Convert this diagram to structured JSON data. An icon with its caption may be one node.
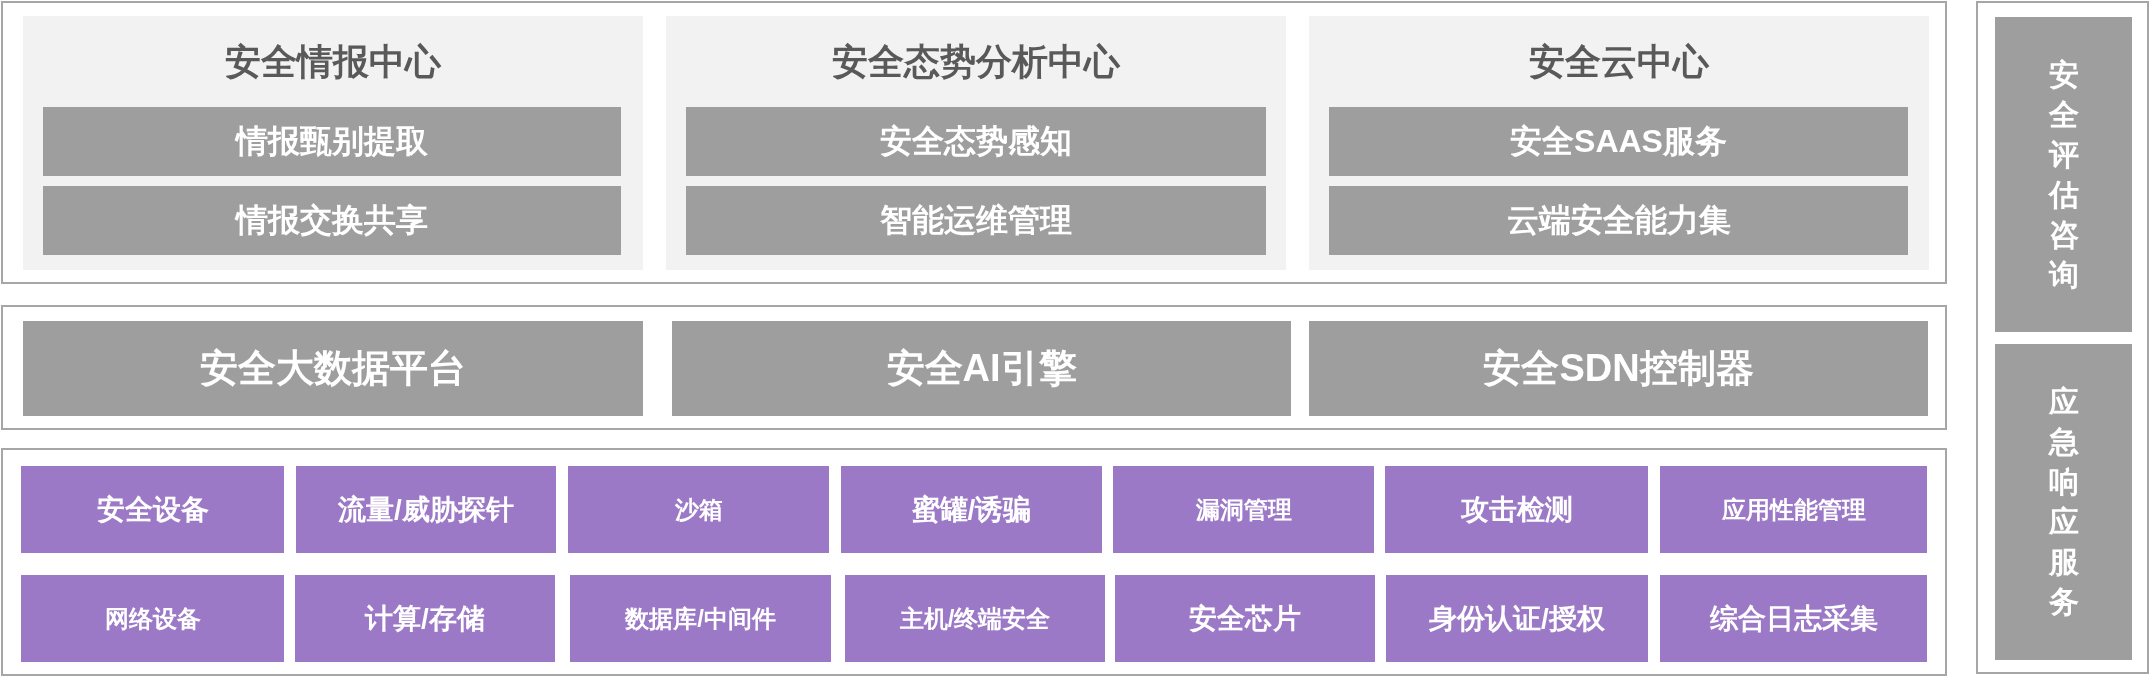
{
  "diagram": {
    "nodes": [
      {
        "text": [],
        "shape": "box"
      },
      {
        "text": [
          "安全情报中心"
        ],
        "in": 0
      },
      {
        "text": [
          "情报甄别提取"
        ],
        "in": 1
      },
      {
        "text": [
          "情报交换共享"
        ],
        "in": 1
      },
      {
        "text": [
          "安全态势分析中心"
        ],
        "in": 0
      },
      {
        "text": [
          "安全态势感知"
        ],
        "in": 4
      },
      {
        "text": [
          "智能运维管理"
        ],
        "in": 4
      },
      {
        "text": [
          "安全云中心"
        ],
        "in": 0
      },
      {
        "text": [
          "安全SAAS服务"
        ],
        "in": 7
      },
      {
        "text": [
          "云端安全能力集"
        ],
        "in": 7
      },
      {
        "text": [],
        "shape": "box"
      },
      {
        "text": [
          "安全大数据平台"
        ],
        "in": 10
      },
      {
        "text": [
          "安全AI引擎"
        ],
        "in": 10
      },
      {
        "text": [
          "安全SDN控制器"
        ],
        "in": 10
      },
      {
        "text": [],
        "shape": "box"
      },
      {
        "text": [
          "安全设备"
        ],
        "in": 14
      },
      {
        "text": [
          "流量/威胁探针"
        ],
        "in": 14
      },
      {
        "text": [
          "沙箱"
        ],
        "in": 14
      },
      {
        "text": [
          "蜜罐/诱骗"
        ],
        "in": 14
      },
      {
        "text": [
          "漏洞管理"
        ],
        "in": 14
      },
      {
        "text": [
          "攻击检测"
        ],
        "in": 14
      },
      {
        "text": [
          "应用性能管理"
        ],
        "in": 14
      },
      {
        "text": [
          "网络设备"
        ],
        "in": 14
      },
      {
        "text": [
          "计算/存储"
        ],
        "in": 14
      },
      {
        "text": [
          "数据库/中间件"
        ],
        "in": 14
      },
      {
        "text": [
          "主机/终端安全"
        ],
        "in": 14
      },
      {
        "text": [
          "安全芯片"
        ],
        "in": 14
      },
      {
        "text": [
          "身份认证/授权"
        ],
        "in": 14
      },
      {
        "text": [
          "综合日志采集"
        ],
        "in": 14
      },
      {
        "text": [],
        "shape": "box"
      },
      {
        "text": [
          "安全评估咨询"
        ],
        "in": 29
      },
      {
        "text": [
          "应急响应服务"
        ],
        "in": 29
      }
    ]
  }
}
